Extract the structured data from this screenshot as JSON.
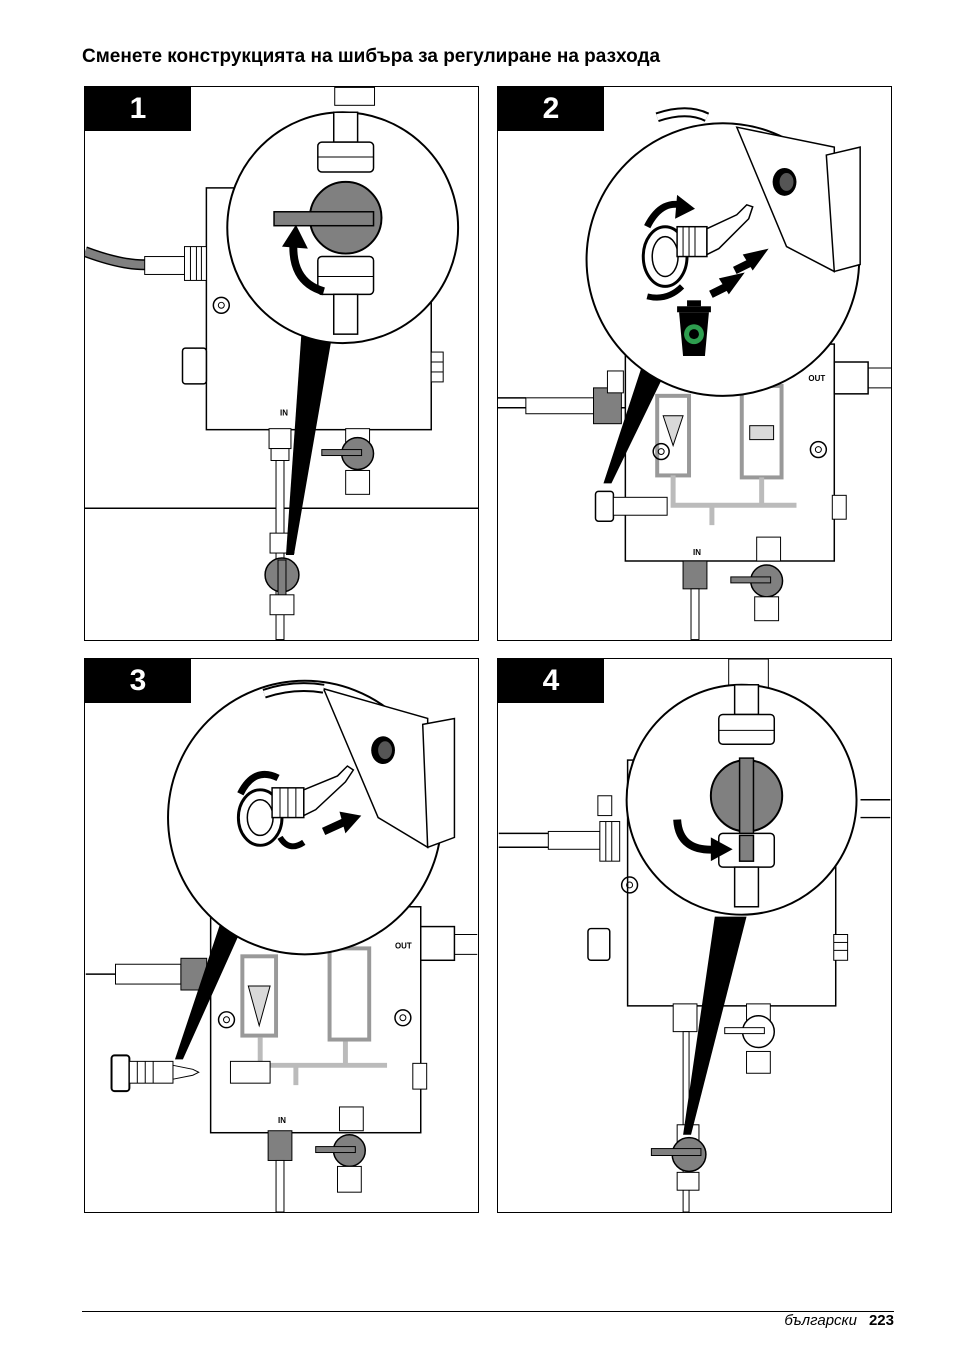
{
  "title": "Сменете конструкцията на шибъра за регулиране на разхода",
  "steps": [
    {
      "number": "1"
    },
    {
      "number": "2"
    },
    {
      "number": "3"
    },
    {
      "number": "4"
    }
  ],
  "port_labels": {
    "in": "IN",
    "out": "OUT"
  },
  "footer": {
    "language": "български",
    "page_number": "223"
  },
  "colors": {
    "ink": "#000000",
    "gray_fill": "#808080",
    "light_fill": "#d9d9d9",
    "background": "#ffffff"
  }
}
